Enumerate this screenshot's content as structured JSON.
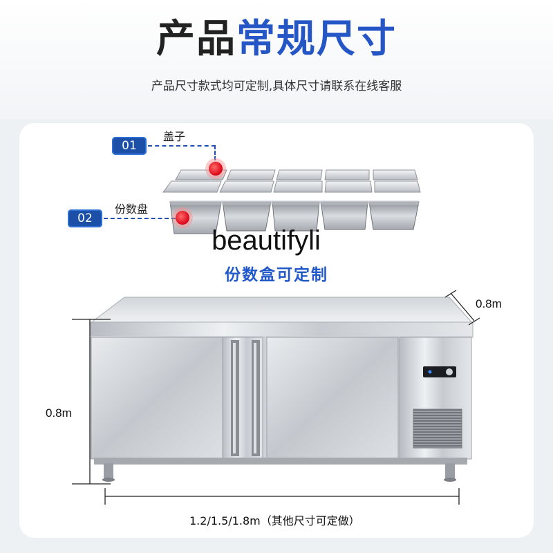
{
  "header": {
    "title_part1": "产品",
    "title_part2": "常规尺寸",
    "subtitle": "产品尺寸款式均可定制,具体尺寸请联系在线客服"
  },
  "callouts": [
    {
      "number": "01",
      "label": "盖子"
    },
    {
      "number": "02",
      "label": "份数盘"
    }
  ],
  "brand": "beautifyli",
  "caption": "份数盒可定制",
  "dimensions": {
    "depth": "0.8m",
    "height": "0.8m",
    "width": "1.2/1.5/1.8m（其他尺寸可定做）"
  },
  "colors": {
    "accent_blue": "#2556c6",
    "tag_blue": "#1c4fa8",
    "marker_red": "#e0101f"
  }
}
